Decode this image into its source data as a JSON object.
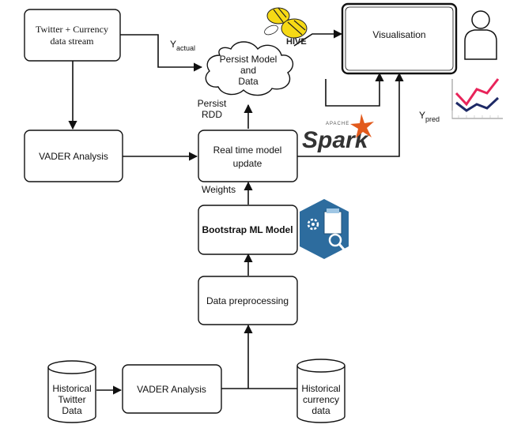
{
  "nodes": {
    "twitter_stream": {
      "line1": "Twitter + Currency",
      "line2": "data stream"
    },
    "persist_model": {
      "line1": "Persist Model",
      "line2": "and",
      "line3": "Data"
    },
    "visualisation": {
      "label": "Visualisation"
    },
    "vader_top": {
      "label": "VADER Analysis"
    },
    "realtime_update": {
      "line1": "Real time model",
      "line2": "update"
    },
    "bootstrap": {
      "label": "Bootstrap ML Model"
    },
    "preprocessing": {
      "label": "Data preprocessing"
    },
    "hist_twitter": {
      "line1": "Historical",
      "line2": "Twitter",
      "line3": "Data"
    },
    "vader_bottom": {
      "label": "VADER Analysis"
    },
    "hist_currency": {
      "line1": "Historical",
      "line2": "currency",
      "line3": "data"
    }
  },
  "edge_labels": {
    "y_actual": {
      "base": "Y",
      "sub": "actual"
    },
    "y_pred": {
      "base": "Y",
      "sub": "pred"
    },
    "persist_rdd": {
      "line1": "Persist",
      "line2": "RDD"
    },
    "weights": "Weights"
  },
  "logos": {
    "hive": {
      "text": "HIVE",
      "icon": "hive-bee-logo",
      "color": "#f6d915"
    },
    "spark": {
      "apache": "APACHE",
      "text": "Spark",
      "icon": "spark-star-logo",
      "color": "#e25a1c"
    },
    "ml_icon": {
      "icon": "ml-model-hexagon-icon",
      "color": "#2d6c9e"
    },
    "user_icon": {
      "icon": "user-silhouette-icon"
    },
    "chart_icon": {
      "icon": "line-chart-icon",
      "colors": [
        "#e8245a",
        "#1e2a66"
      ]
    }
  }
}
